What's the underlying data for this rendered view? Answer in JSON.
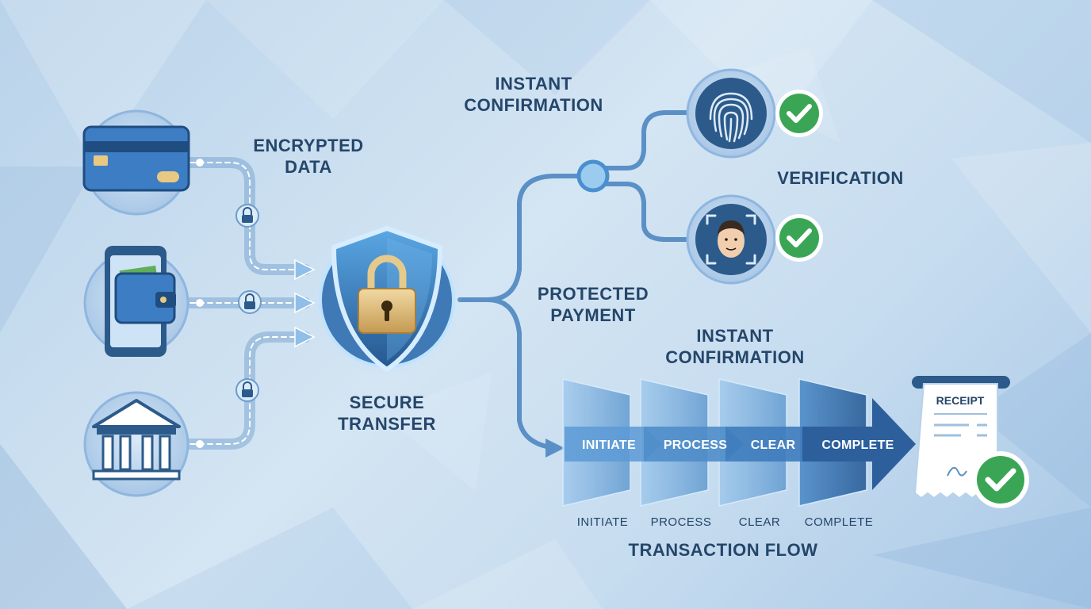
{
  "labels": {
    "encrypted": [
      "ENCRYPTED",
      "DATA"
    ],
    "instant_top": [
      "INSTANT",
      "CONFIRMATION"
    ],
    "verification": "VERIFICATION",
    "protected": [
      "PROTECTED",
      "PAYMENT"
    ],
    "instant_mid": [
      "INSTANT",
      "CONFIRMATION"
    ],
    "secure": [
      "SECURE",
      "TRANSFER"
    ],
    "flow_title": "TRANSACTION FLOW",
    "receipt": "RECEIPT"
  },
  "stages": [
    "INITIATE",
    "PROCESS",
    "CLEAR",
    "COMPLETE"
  ],
  "stage_captions": [
    "INITIATE",
    "PROCESS",
    "CLEAR",
    "COMPLETE"
  ],
  "sources": [
    {
      "name": "credit-card",
      "icon": "credit-card-icon"
    },
    {
      "name": "mobile-wallet",
      "icon": "mobile-wallet-icon"
    },
    {
      "name": "bank",
      "icon": "bank-icon"
    }
  ],
  "verifiers": [
    {
      "name": "fingerprint",
      "icon": "fingerprint-icon"
    },
    {
      "name": "face",
      "icon": "face-id-icon"
    }
  ],
  "colors": {
    "accent": "#4a8fd0",
    "dark": "#2c5a8a",
    "check": "#3aa655",
    "gold": "#d8b672"
  }
}
